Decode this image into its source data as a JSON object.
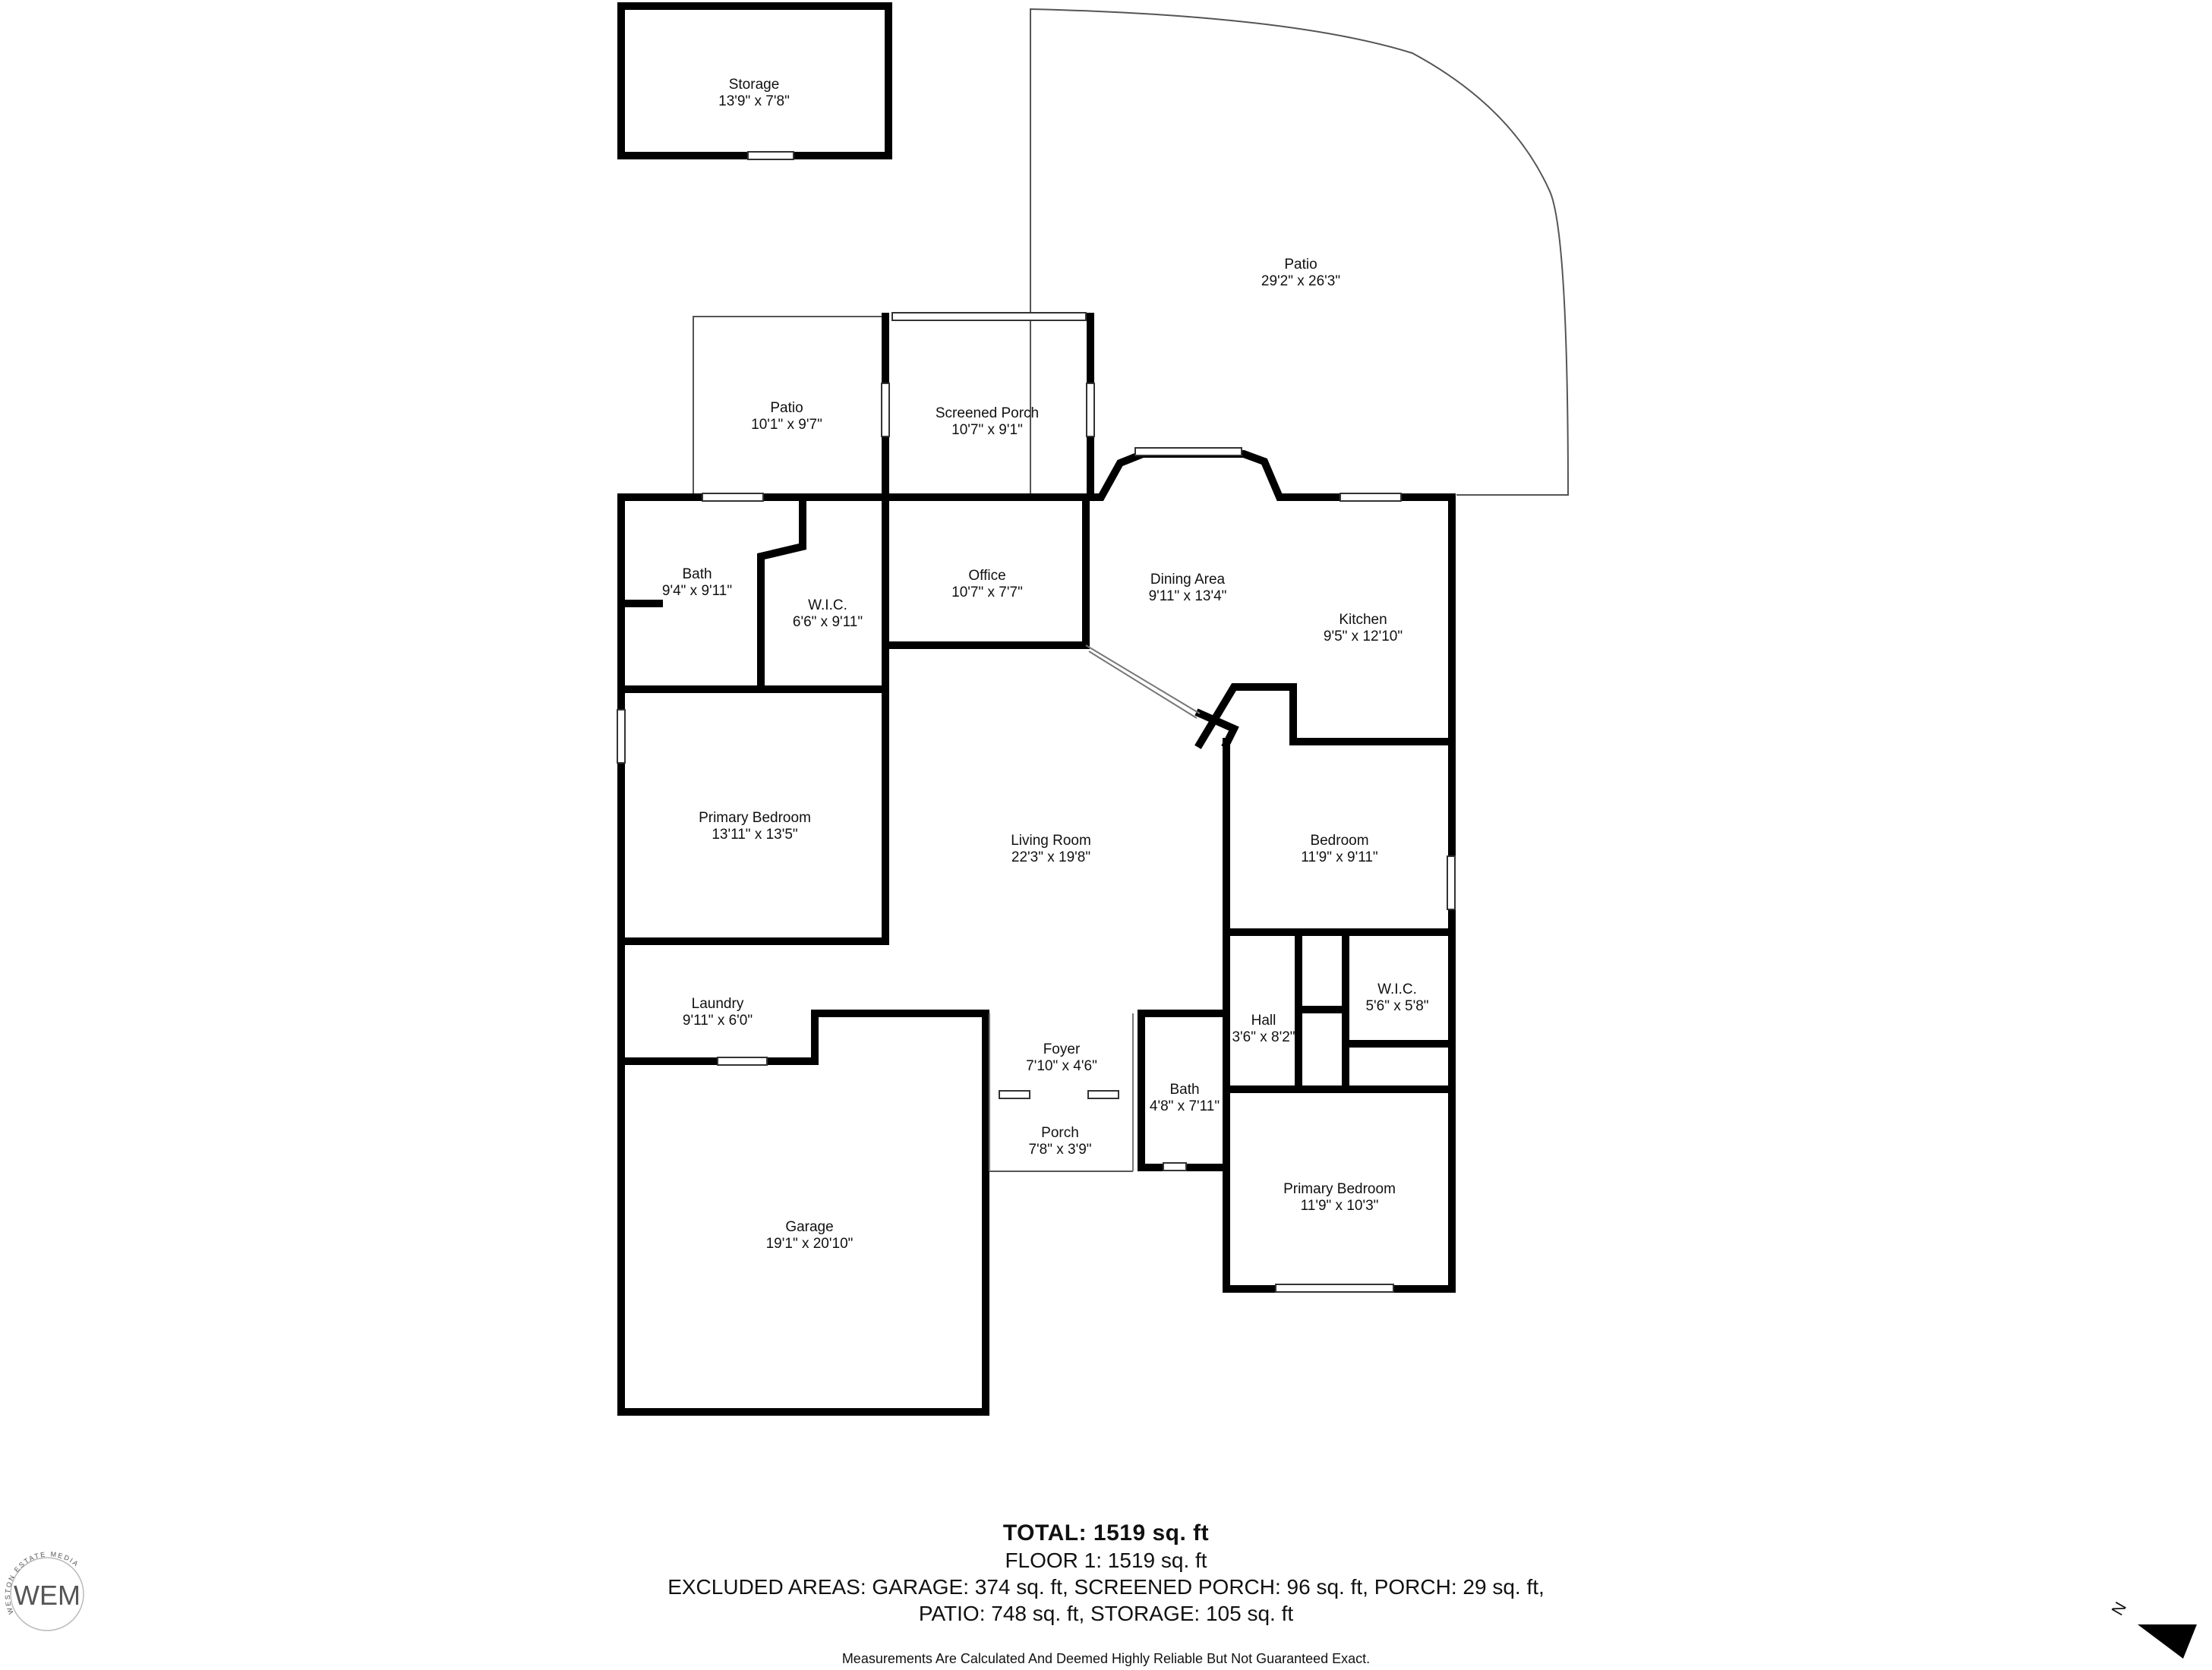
{
  "rooms": [
    {
      "name": "Storage",
      "dims": "13'9\" x 7'8\""
    },
    {
      "name": "Patio",
      "dims": "29'2\" x 26'3\""
    },
    {
      "name": "Patio",
      "dims": "10'1\" x 9'7\""
    },
    {
      "name": "Screened Porch",
      "dims": "10'7\" x 9'1\""
    },
    {
      "name": "Bath",
      "dims": "9'4\" x 9'11\""
    },
    {
      "name": "W.I.C.",
      "dims": "6'6\" x 9'11\""
    },
    {
      "name": "Office",
      "dims": "10'7\" x 7'7\""
    },
    {
      "name": "Dining Area",
      "dims": "9'11\" x 13'4\""
    },
    {
      "name": "Kitchen",
      "dims": "9'5\" x 12'10\""
    },
    {
      "name": "Primary Bedroom",
      "dims": "13'11\" x 13'5\""
    },
    {
      "name": "Living Room",
      "dims": "22'3\" x 19'8\""
    },
    {
      "name": "Bedroom",
      "dims": "11'9\" x 9'11\""
    },
    {
      "name": "Laundry",
      "dims": "9'11\" x 6'0\""
    },
    {
      "name": "Hall",
      "dims": "3'6\" x 8'2\""
    },
    {
      "name": "W.I.C.",
      "dims": "5'6\" x 5'8\""
    },
    {
      "name": "Foyer",
      "dims": "7'10\" x 4'6\""
    },
    {
      "name": "Bath",
      "dims": "4'8\" x 7'11\""
    },
    {
      "name": "Porch",
      "dims": "7'8\" x 3'9\""
    },
    {
      "name": "Primary Bedroom",
      "dims": "11'9\" x 10'3\""
    },
    {
      "name": "Garage",
      "dims": "19'1\" x 20'10\""
    }
  ],
  "summary": {
    "total": "TOTAL: 1519 sq. ft",
    "floor": "FLOOR 1: 1519 sq. ft",
    "excluded_line1": "EXCLUDED AREAS: GARAGE: 374 sq. ft, SCREENED PORCH: 96 sq. ft, PORCH: 29 sq. ft,",
    "excluded_line2": "PATIO: 748 sq. ft, STORAGE: 105 sq. ft"
  },
  "disclaimer": "Measurements Are Calculated And Deemed Highly Reliable But Not Guaranteed Exact.",
  "branding": {
    "logo_text": "WEM",
    "logo_arc_text": "WESTON ESTATE MEDIA"
  },
  "compass": {
    "label": "N"
  },
  "colors": {
    "wall": "#000000",
    "thin_line": "#555555",
    "window_fill": "#ffffff"
  }
}
